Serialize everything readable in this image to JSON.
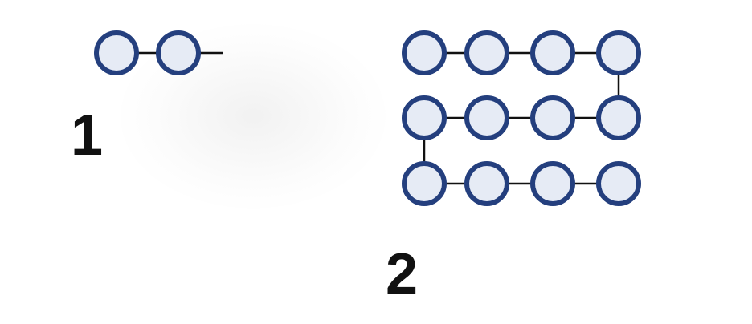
{
  "figures": [
    {
      "label": "1",
      "node_count": 2
    },
    {
      "label": "2",
      "node_count": 12
    }
  ],
  "colors": {
    "node_fill": "#e6ebf5",
    "node_stroke": "#243f7e",
    "edge": "#111111",
    "label": "#111111"
  }
}
